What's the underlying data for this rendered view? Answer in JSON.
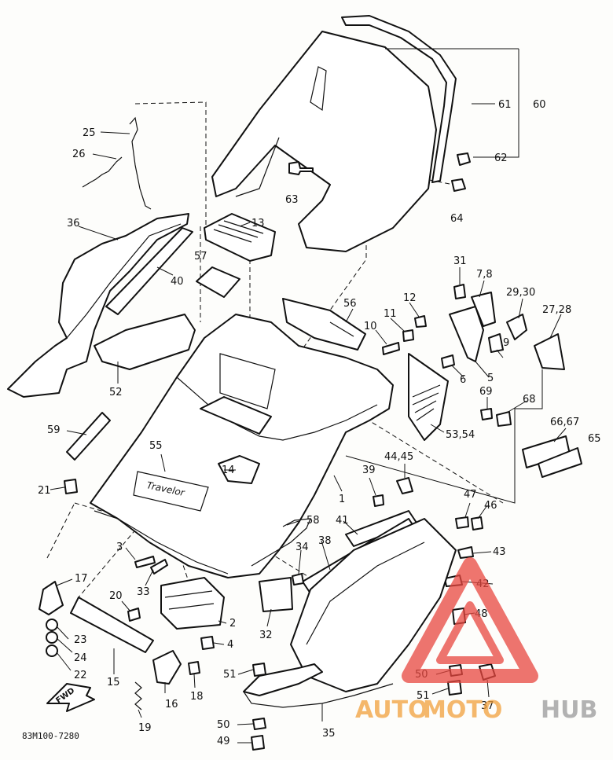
{
  "diagram": {
    "catalog_code": "83M100-7280",
    "model_badge": "Travelor",
    "fwd_arrow": "FWD",
    "callouts": [
      "61",
      "60",
      "62",
      "63",
      "64",
      "25",
      "26",
      "13",
      "36",
      "57",
      "40",
      "31",
      "7,8",
      "29,30",
      "27,28",
      "56",
      "12",
      "11",
      "10",
      "9",
      "5",
      "6",
      "52",
      "69",
      "68",
      "53,54",
      "66,67",
      "65",
      "59",
      "55",
      "44,45",
      "39",
      "1",
      "14",
      "21",
      "47",
      "46",
      "58",
      "41",
      "3",
      "38",
      "34",
      "43",
      "33",
      "42",
      "17",
      "20",
      "2",
      "23",
      "15",
      "32",
      "48",
      "24",
      "4",
      "22",
      "50",
      "51",
      "16",
      "18",
      "37",
      "19",
      "35",
      "49"
    ]
  },
  "watermark": {
    "part1": "AUTO",
    "part2": "MOTO",
    "part3": "HUB"
  },
  "colors": {
    "line": "#111111",
    "watermark_red": "#e8473f",
    "watermark_orange": "#f2a03c",
    "watermark_gray": "#9a9a9a"
  }
}
